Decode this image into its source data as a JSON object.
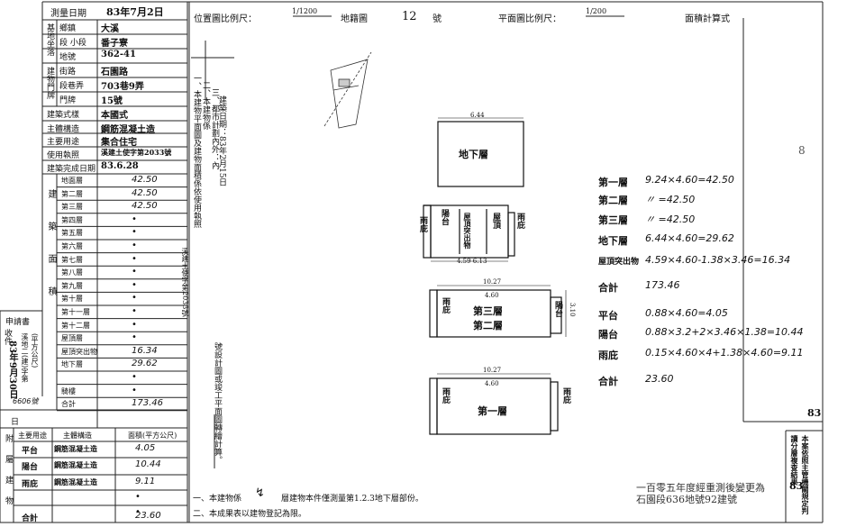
{
  "header": {
    "survey_date_label": "測量日期",
    "survey_date_value": "83年7月2日",
    "location_scale_label": "位置圖比例尺：",
    "location_scale_value": "1/1200",
    "map_sheet_label": "地籍圖",
    "map_sheet_no": "12",
    "map_sheet_suffix": "號",
    "plan_scale_label": "平面圖比例尺：",
    "plan_scale_value": "1/200",
    "area_formula_label": "面積計算式"
  },
  "left_table": {
    "rows": [
      {
        "label": "鄉鎮",
        "value": "大溪"
      },
      {
        "label": "段 小段",
        "value": "番子寮"
      },
      {
        "label": "地號",
        "value": "362-41"
      },
      {
        "label": "街路",
        "value": "石園路"
      },
      {
        "label": "段巷弄",
        "value": "703巷9弄"
      },
      {
        "label": "門牌",
        "value": "15號"
      },
      {
        "label": "建築式樣",
        "value": "本國式"
      },
      {
        "label": "主體構造",
        "value": "鋼筋混凝土造"
      },
      {
        "label": "主要用途",
        "value": "集合住宅"
      },
      {
        "label": "使用執照",
        "value": "溪建土使字第2033號"
      },
      {
        "label": "建築完成日期",
        "value": "83.6.28"
      }
    ],
    "side_labels": [
      "基地坐落",
      "建物門牌"
    ],
    "group_label": "建築面積",
    "floors": [
      {
        "name": "地面層",
        "area": "42.50"
      },
      {
        "name": "第二層",
        "area": "42.50"
      },
      {
        "name": "第三層",
        "area": "42.50"
      },
      {
        "name": "第四層",
        "area": "•"
      },
      {
        "name": "第五層",
        "area": "•"
      },
      {
        "name": "第六層",
        "area": "•"
      },
      {
        "name": "第七層",
        "area": "•"
      },
      {
        "name": "第八層",
        "area": "•"
      },
      {
        "name": "第九層",
        "area": "•"
      },
      {
        "name": "第十層",
        "area": "•"
      },
      {
        "name": "第十一層",
        "area": "•"
      },
      {
        "name": "第十二層",
        "area": "•"
      },
      {
        "name": "屋頂層",
        "area": "•"
      },
      {
        "name": "屋頂突出物",
        "area": "16.34"
      },
      {
        "name": "地下層",
        "area": "29.62"
      },
      {
        "name": "",
        "area": "•"
      },
      {
        "name": "騎樓",
        "area": "•"
      },
      {
        "name": "合計",
        "area": "173.46"
      }
    ],
    "annex_header": [
      "主要用途",
      "主體構造",
      "面積(平方公尺)"
    ],
    "annex_rows": [
      {
        "use": "平台",
        "structure": "鋼筋混凝土造",
        "area": "4.05"
      },
      {
        "use": "陽台",
        "structure": "鋼筋混凝土造",
        "area": "10.44"
      },
      {
        "use": "雨庇",
        "structure": "鋼筋混凝土造",
        "area": "9.11"
      },
      {
        "use": "",
        "structure": "",
        "area": "•"
      },
      {
        "use": "",
        "structure": "",
        "area": "•"
      },
      {
        "use": "合計",
        "structure": "",
        "area": "23.60"
      }
    ],
    "annex_side": "附屬建物",
    "far_left": [
      "申請書",
      "收件",
      "83年9月30日",
      "(平方公尺)",
      "溪地二(建)字第",
      "6606號",
      "日"
    ]
  },
  "notes_vertical": [
    "一、本建物平面圖及建物面積係依使用執照",
    "二、本建物係",
    "三、都市計劃內外：內",
    "建築日期：83年2月15日"
  ],
  "notes_vertical_2": [
    "號設計圖或竣工平面圖轉繪計算。",
    "溪建土使字第2033號"
  ],
  "bottom_notes": {
    "line1_a": "一、本建物係",
    "line1_b": "層建物本件僅測量第1.2.3地下層部份。",
    "line2": "二、本成果表以建物登記為限。"
  },
  "plans": {
    "basement": {
      "label": "地下層",
      "dim": "6.44"
    },
    "roof": {
      "labels": [
        "雨庇",
        "陽台",
        "屋頂突出物",
        "屋頂",
        "雨庇"
      ],
      "dim_top": "",
      "dim_bottom": "4.59 6.13"
    },
    "upper": {
      "top_dim": "10.27",
      "inner_dim": "4.60",
      "label_3": "第三層",
      "label_2": "第二層",
      "left": "雨庇",
      "right": "陽台",
      "side_dim": "3.10"
    },
    "ground": {
      "top_dim": "10.27",
      "inner_dim": "4.60",
      "label": "第一層",
      "left": "雨庇",
      "right": "雨庇"
    }
  },
  "calc": [
    {
      "label": "第一層",
      "formula": "9.24×4.60=42.50"
    },
    {
      "label": "第二層",
      "formula": "〃 =42.50"
    },
    {
      "label": "第三層",
      "formula": "〃 =42.50"
    },
    {
      "label": "地下層",
      "formula": "6.44×4.60=29.62"
    },
    {
      "label": "屋頂突出物",
      "formula": "4.59×4.60-1.38×3.46=16.34"
    },
    {
      "label": "合計",
      "formula": "173.46"
    },
    {
      "label": "平台",
      "formula": "0.88×4.60=4.05"
    },
    {
      "label": "陽台",
      "formula": "0.88×3.2+2×3.46×1.38=10.44"
    },
    {
      "label": "雨庇",
      "formula": "0.15×4.60×4+1.38×4.60=9.11"
    },
    {
      "label": "合計",
      "formula": "23.60"
    }
  ],
  "right_edge": {
    "number_top": "83",
    "number_mid": "83",
    "number_bottom": "8",
    "side_text": "本案依照主管機關規定判讀分層複查結果"
  },
  "stamp": {
    "line1": "一百零五年度經重測後變更為",
    "line2": "石園段636地號92建號"
  }
}
